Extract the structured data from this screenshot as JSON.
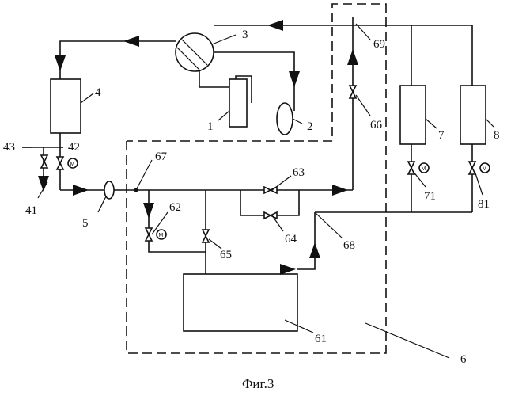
{
  "caption": "Фиг.3",
  "labels": {
    "c1": "1",
    "c2": "2",
    "c3": "3",
    "c4": "4",
    "c5": "5",
    "c6": "6",
    "c7": "7",
    "c8": "8",
    "c41": "41",
    "c42": "42",
    "c43": "43",
    "c61": "61",
    "c62": "62",
    "c63": "63",
    "c64": "64",
    "c65": "65",
    "c66": "66",
    "c67": "67",
    "c68": "68",
    "c69": "69",
    "c71": "71",
    "c81": "81"
  },
  "motor_symbol": "M"
}
